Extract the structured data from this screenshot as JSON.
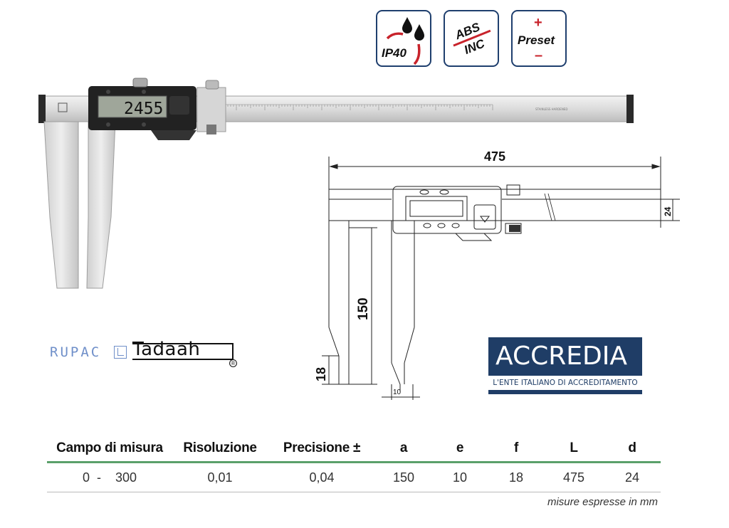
{
  "badges": {
    "ip": {
      "label": "IP40",
      "icon": "water-drops-icon"
    },
    "abs_inc": {
      "line1": "ABS",
      "line2": "INC"
    },
    "preset": {
      "plus": "+",
      "label": "Preset",
      "minus": "–"
    }
  },
  "caliper": {
    "display_value": "2455",
    "scale_text": "STAINLESS HARDENED"
  },
  "drawing": {
    "dim_length": "475",
    "dim_height": "24",
    "dim_jaw": "150",
    "dim_tip": "18",
    "dim_width": "10"
  },
  "brands": {
    "rupac": "RUPAC",
    "tadaah": "Tadaah",
    "registered": "®",
    "accredia_name": "ACCREDIA",
    "accredia_sub": "L'ENTE ITALIANO DI ACCREDITAMENTO"
  },
  "table": {
    "headers": [
      "Campo di misura",
      "Risoluzione",
      "Precisione ±",
      "a",
      "e",
      "f",
      "L",
      "d"
    ],
    "rows": [
      [
        "0  -    300",
        "0,01",
        "0,04",
        "150",
        "10",
        "18",
        "475",
        "24"
      ]
    ],
    "note": "misure espresse in mm"
  },
  "colors": {
    "badge_border": "#1f3f6e",
    "accent_red": "#c8232b",
    "accredia_blue": "#1f3d66",
    "table_rule_green": "#5aa06a"
  }
}
